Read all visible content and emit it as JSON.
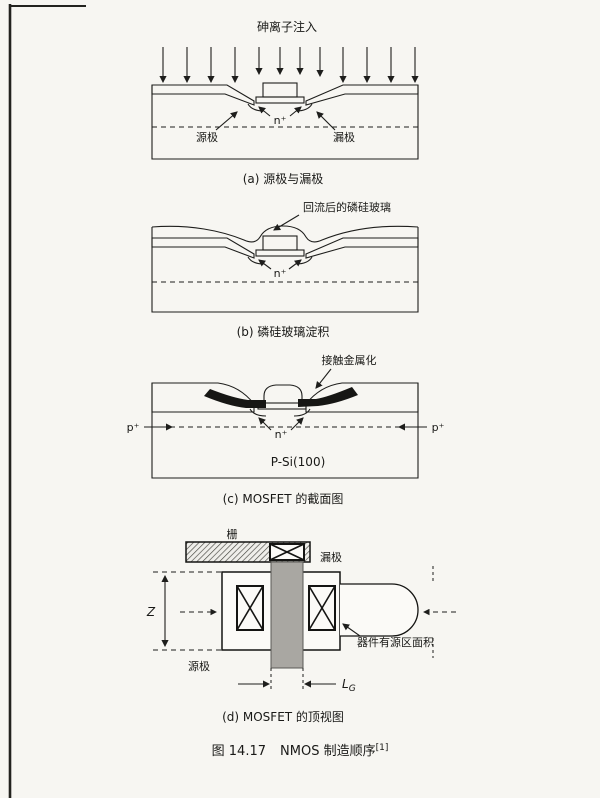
{
  "page": {
    "bg": "#f7f6f2",
    "ink": "#1e1e1c",
    "caption_prefix": "图 14.17",
    "caption_title": "NMOS 制造顺序",
    "caption_sup": "[1]"
  },
  "fig_a": {
    "implant_label": "砷离子注入",
    "source": "源极",
    "n_plus": "n⁺",
    "drain": "漏极",
    "caption": "(a) 源极与漏极"
  },
  "fig_b": {
    "psg_label": "回流后的磷硅玻璃",
    "n_plus": "n⁺",
    "caption": "(b) 磷硅玻璃淀积"
  },
  "fig_c": {
    "metal_label": "接触金属化",
    "p_plus_left": "p⁺",
    "p_plus_right": "p⁺",
    "n_plus": "n⁺",
    "substrate": "P-Si(100)",
    "caption": "(c) MOSFET 的截面图"
  },
  "fig_d": {
    "gate": "栅",
    "drain": "漏极",
    "z": "Z",
    "source": "源极",
    "active_area": "器件有源区面积",
    "lg_main": "L",
    "lg_sub": "G",
    "caption": "(d) MOSFET 的顶视图"
  }
}
